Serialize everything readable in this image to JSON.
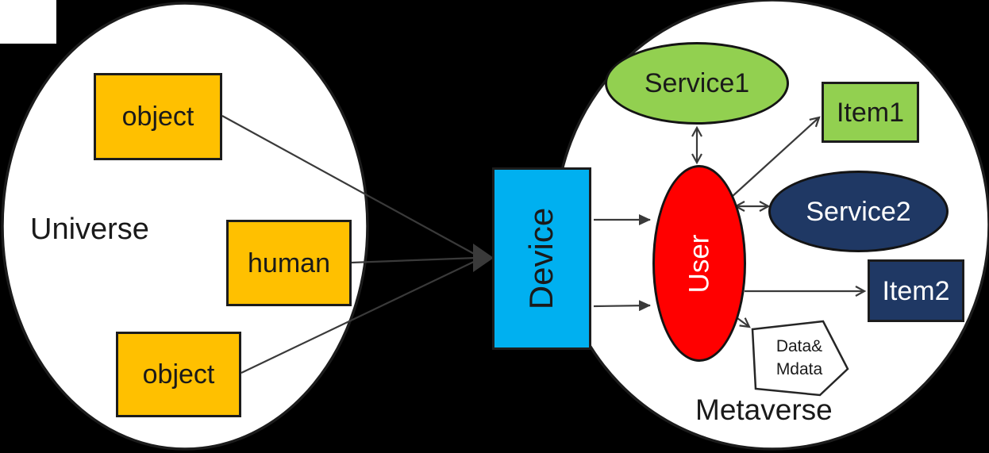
{
  "canvas": {
    "background": "#000000",
    "ellipse_fill": "#ffffff",
    "corner_patch_fill": "#ffffff",
    "outline_color": "#1c1c1c",
    "line_color": "#3a3a3a"
  },
  "universe": {
    "label": "Universe",
    "object_top": {
      "label": "object",
      "fill": "#FFC000",
      "text_color": "#1a1a1a"
    },
    "human": {
      "label": "human",
      "fill": "#FFC000",
      "text_color": "#1a1a1a"
    },
    "object_bottom": {
      "label": "object",
      "fill": "#FFC000",
      "text_color": "#1a1a1a"
    }
  },
  "device": {
    "label": "Device",
    "fill": "#00B0F0",
    "text_color": "#1a1a1a"
  },
  "metaverse": {
    "label": "Metaverse",
    "service1": {
      "label": "Service1",
      "fill": "#92D050",
      "text_color": "#1a1a1a"
    },
    "item1": {
      "label": "Item1",
      "fill": "#92D050",
      "text_color": "#1a1a1a"
    },
    "service2": {
      "label": "Service2",
      "fill": "#1F3864",
      "text_color": "#ffffff"
    },
    "item2": {
      "label": "Item2",
      "fill": "#1F3864",
      "text_color": "#ffffff"
    },
    "user": {
      "label": "User",
      "fill": "#FF0000",
      "text_color": "#ffffff"
    },
    "data_store": {
      "line1": "Data&",
      "line2": "Mdata",
      "fill": "#ffffff",
      "text_color": "#1a1a1a"
    }
  }
}
